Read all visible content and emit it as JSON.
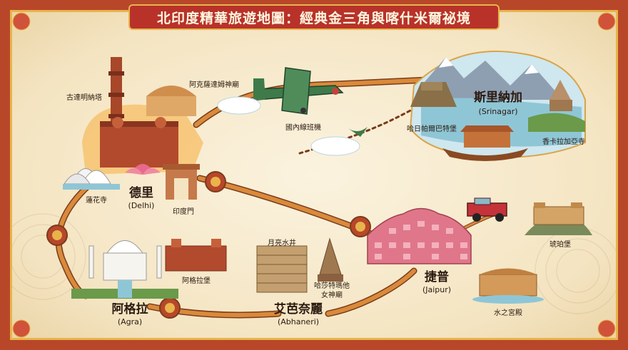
{
  "title": "北印度精華旅遊地圖：經典金三角與喀什米爾祕境",
  "cities": {
    "delhi": {
      "name": "德里",
      "en": "(Delhi)"
    },
    "agra": {
      "name": "阿格拉",
      "en": "(Agra)"
    },
    "jaipur": {
      "name": "捷普",
      "en": "(Jaipur)"
    },
    "abhaneri": {
      "name": "艾芭奈麗",
      "en": "(Abhaneri)"
    },
    "srinagar": {
      "name": "斯里納加",
      "en": "(Srinagar)"
    }
  },
  "landmarks": {
    "qutub": "古達明納塔",
    "akshardham": "阿克薩達姆神廟",
    "lotus": "蓮花寺",
    "india_gate": "印度門",
    "agra_fort": "阿格拉堡",
    "stepwell": "月亮水井",
    "harshat": "哈莎特瑪他",
    "harshat2": "女神廟",
    "amber": "琥珀堡",
    "jal_mahal": "水之宮殿",
    "hari_parbat": "哈日帕爾巴特堡",
    "shankaracharya": "香卡拉加亞寺",
    "flight": "國內線班機"
  },
  "colors": {
    "border": "#b8472a",
    "gold": "#e8b44b",
    "route": "#d98a3a",
    "route_edge": "#7a3b1c",
    "sand": "#f4e4c1",
    "lake": "#8fc6d6"
  }
}
